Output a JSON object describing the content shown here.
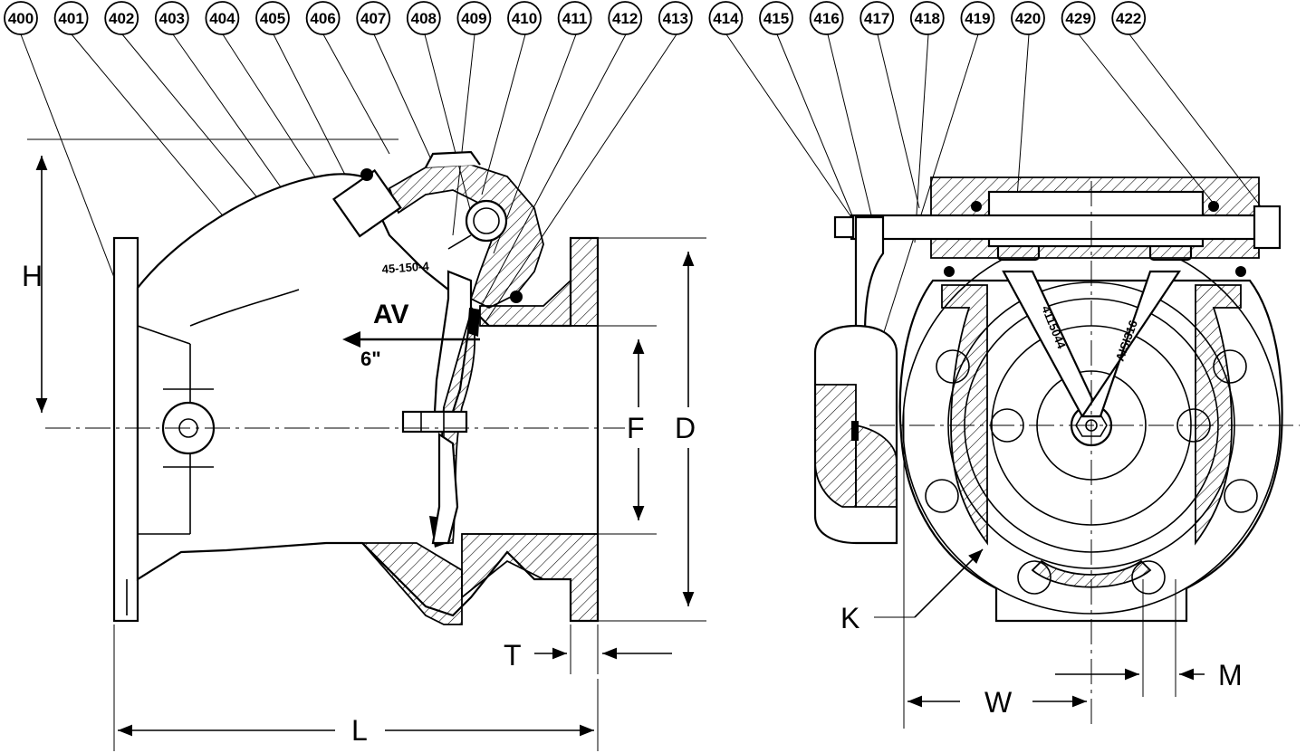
{
  "callouts": [
    "400",
    "401",
    "402",
    "403",
    "404",
    "405",
    "406",
    "407",
    "408",
    "409",
    "410",
    "411",
    "412",
    "413",
    "414",
    "415",
    "416",
    "417",
    "418",
    "419",
    "420",
    "429",
    "422"
  ],
  "dimensions": {
    "H": "H",
    "F": "F",
    "D": "D",
    "T": "T",
    "L": "L",
    "K": "K",
    "W": "W",
    "M": "M"
  },
  "castings": {
    "model": "45-150-4",
    "size": "6\"",
    "part_number": "4115044",
    "material": "AISI316"
  }
}
